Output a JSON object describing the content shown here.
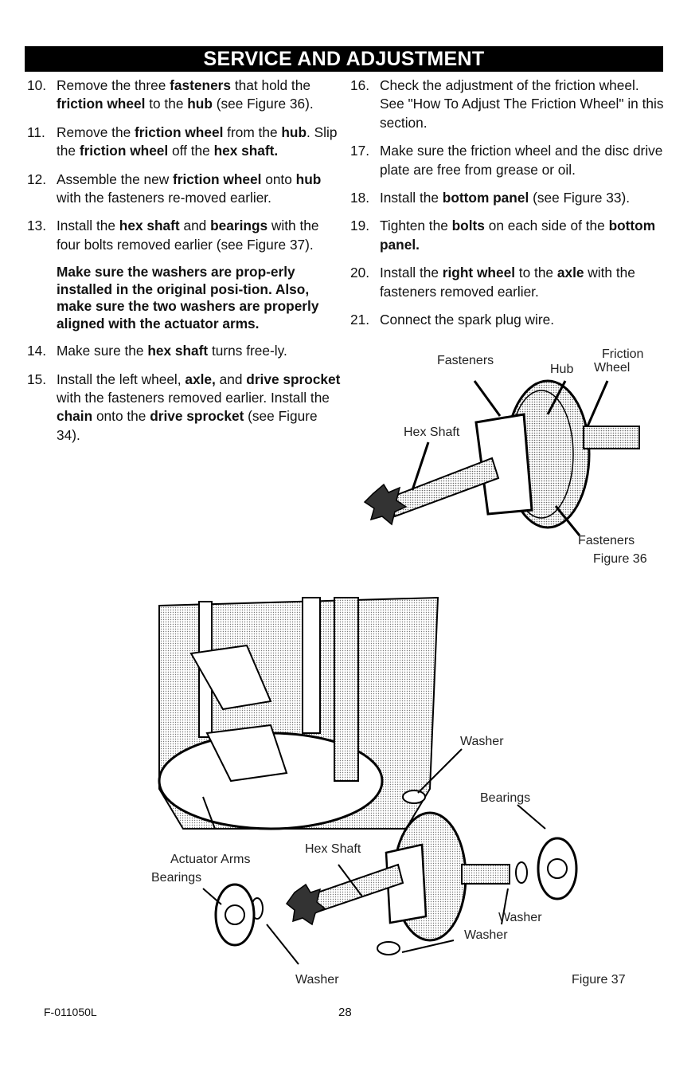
{
  "header": {
    "title": "SERVICE AND ADJUSTMENT"
  },
  "left_steps": [
    {
      "num": "10.",
      "parts": [
        [
          "Remove the three ",
          false
        ],
        [
          "fasteners",
          true
        ],
        [
          " that hold the ",
          false
        ],
        [
          "friction wheel",
          true
        ],
        [
          " to the ",
          false
        ],
        [
          "hub",
          true
        ],
        [
          " (see Figure 36).",
          false
        ]
      ]
    },
    {
      "num": "11.",
      "parts": [
        [
          "Remove the ",
          false
        ],
        [
          "friction wheel",
          true
        ],
        [
          " from the ",
          false
        ],
        [
          "hub",
          true
        ],
        [
          ". Slip the ",
          false
        ],
        [
          "friction wheel",
          true
        ],
        [
          " off the ",
          false
        ],
        [
          "hex shaft.",
          true
        ]
      ]
    },
    {
      "num": "12.",
      "parts": [
        [
          "Assemble the new ",
          false
        ],
        [
          "friction wheel",
          true
        ],
        [
          " onto ",
          false
        ],
        [
          "hub",
          true
        ],
        [
          " with the fasteners re-moved earlier.",
          false
        ]
      ]
    },
    {
      "num": "13.",
      "parts": [
        [
          "Install the ",
          false
        ],
        [
          "hex shaft",
          true
        ],
        [
          " and ",
          false
        ],
        [
          "bearings",
          true
        ],
        [
          " with the four bolts removed earlier (see Figure 37).",
          false
        ]
      ]
    }
  ],
  "note": "Make sure the washers are prop-erly installed in the original posi-tion. Also, make sure the two washers are properly aligned with the actuator arms.",
  "left_steps_2": [
    {
      "num": "14.",
      "parts": [
        [
          "Make sure the ",
          false
        ],
        [
          "hex shaft",
          true
        ],
        [
          " turns free-ly.",
          false
        ]
      ]
    },
    {
      "num": "15.",
      "parts": [
        [
          "Install the left wheel, ",
          false
        ],
        [
          "axle,",
          true
        ],
        [
          " and ",
          false
        ],
        [
          "drive sprocket",
          true
        ],
        [
          " with the fasteners removed earlier. Install the ",
          false
        ],
        [
          "chain",
          true
        ],
        [
          " onto the ",
          false
        ],
        [
          "drive sprocket",
          true
        ],
        [
          " (see Figure 34).",
          false
        ]
      ]
    }
  ],
  "right_steps": [
    {
      "num": "16.",
      "parts": [
        [
          "Check the adjustment of the friction wheel. See \"How To Adjust The Friction Wheel\" in this section.",
          false
        ]
      ]
    },
    {
      "num": "17.",
      "parts": [
        [
          "Make sure the friction wheel and the disc drive plate are free from grease or oil.",
          false
        ]
      ]
    },
    {
      "num": "18.",
      "parts": [
        [
          "Install the ",
          false
        ],
        [
          "bottom panel",
          true
        ],
        [
          " (see Figure 33).",
          false
        ]
      ]
    },
    {
      "num": "19.",
      "parts": [
        [
          "Tighten the ",
          false
        ],
        [
          "bolts",
          true
        ],
        [
          " on each side of the ",
          false
        ],
        [
          "bottom panel.",
          true
        ]
      ]
    },
    {
      "num": "20.",
      "parts": [
        [
          "Install the ",
          false
        ],
        [
          "right wheel",
          true
        ],
        [
          " to the ",
          false
        ],
        [
          "axle",
          true
        ],
        [
          " with the fasteners removed earlier.",
          false
        ]
      ]
    },
    {
      "num": "21.",
      "parts": [
        [
          "Connect the spark plug wire.",
          false
        ]
      ]
    }
  ],
  "figure36": {
    "caption": "Figure 36",
    "label_fasteners_top": "Fasteners",
    "label_friction": "Friction",
    "label_wheel": "Wheel",
    "label_hub": "Hub",
    "label_hex_shaft": "Hex Shaft",
    "label_fasteners_bottom": "Fasteners"
  },
  "figure37": {
    "caption": "Figure 37",
    "label_washer_top": "Washer",
    "label_bearings_right": "Bearings",
    "label_hex_shaft": "Hex Shaft",
    "label_actuator_arms": "Actuator Arms",
    "label_bearings_left": "Bearings",
    "label_washer_right": "Washer",
    "label_washer_bottom_mid": "Washer",
    "label_washer_bottom_left": "Washer"
  },
  "footer": {
    "doc_code": "F-011050L",
    "page_number": "28"
  }
}
